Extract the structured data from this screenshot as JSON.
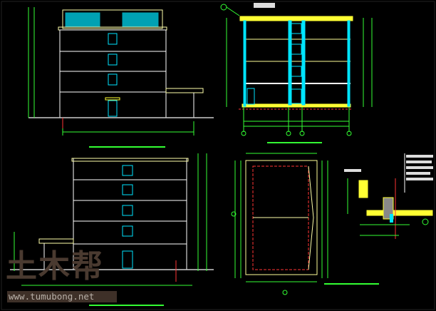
{
  "watermark": {
    "logo": "土木帮",
    "url": "www.tumubong.net"
  },
  "colors": {
    "background": "#000000",
    "building": "#ffffff",
    "window": "#00e5ff",
    "dimension": "#33ff33",
    "slab": "#ffff33",
    "axis_dashed": "#ff3333"
  },
  "views": [
    "front-elevation",
    "rear-elevation",
    "section",
    "roof-plan",
    "detail"
  ]
}
